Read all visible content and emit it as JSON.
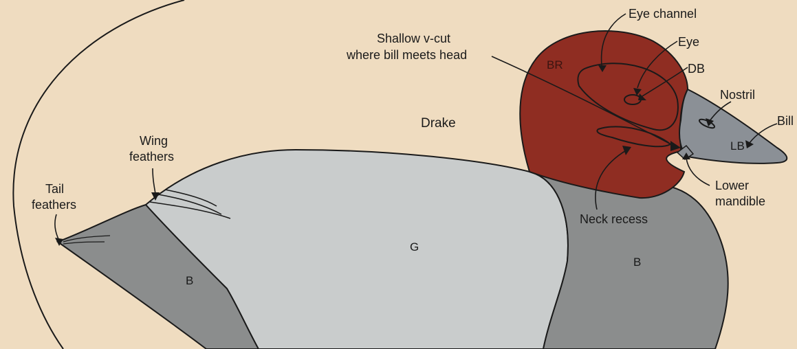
{
  "title": "Drake",
  "colors": {
    "background": "#efdcc0",
    "grey_body": "#c9cccc",
    "black_areas": "#8b8d8d",
    "brown_head": "#8f2d22",
    "light_bill": "#8b9096",
    "outline": "#1a1a1a"
  },
  "labels": {
    "eye_channel": "Eye channel",
    "shallow_line1": "Shallow v-cut",
    "shallow_line2": "where bill meets head",
    "eye": "Eye",
    "db": "DB",
    "nostril": "Nostril",
    "bill": "Bill",
    "wing_line1": "Wing",
    "wing_line2": "feathers",
    "tail_line1": "Tail",
    "tail_line2": "feathers",
    "lower_line1": "Lower",
    "lower_line2": "mandible",
    "neck_recess": "Neck recess"
  },
  "regions": {
    "br": "BR",
    "lb": "LB",
    "g": "G",
    "b_breast": "B",
    "b_tail": "B"
  }
}
